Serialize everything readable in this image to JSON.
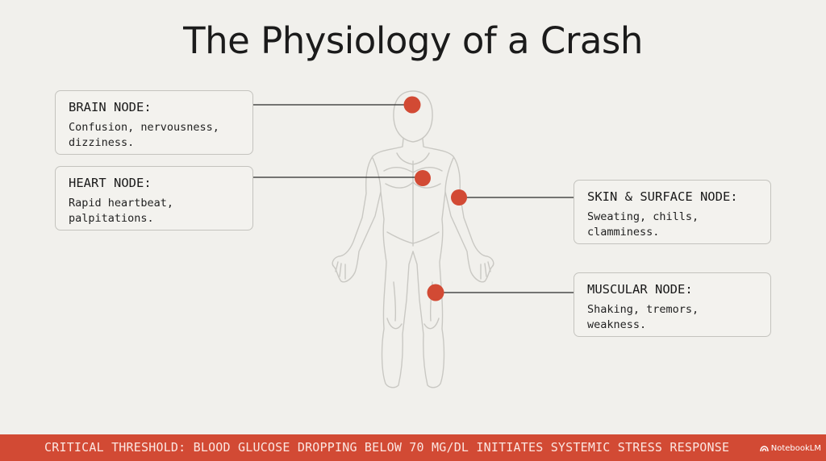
{
  "title": "The Physiology of a Crash",
  "nodes": {
    "brain": {
      "heading": "BRAIN NODE:",
      "text": "Confusion, nervousness, dizziness."
    },
    "heart": {
      "heading": "HEART NODE:",
      "text": "Rapid heartbeat, palpitations."
    },
    "skin": {
      "heading": "SKIN & SURFACE NODE:",
      "text": "Sweating, chills, clamminess."
    },
    "muscular": {
      "heading": "MUSCULAR NODE:",
      "text": "Shaking, tremors, weakness."
    }
  },
  "banner": {
    "text": "CRITICAL THRESHOLD: BLOOD GLUCOSE DROPPING BELOW 70 MG/DL INITIATES SYSTEMIC STRESS RESPONSE"
  },
  "logo": {
    "text": "NotebookLM"
  },
  "colors": {
    "accent": "#d24a34",
    "background": "#f1f0ec",
    "outline": "#c9c8c3"
  }
}
